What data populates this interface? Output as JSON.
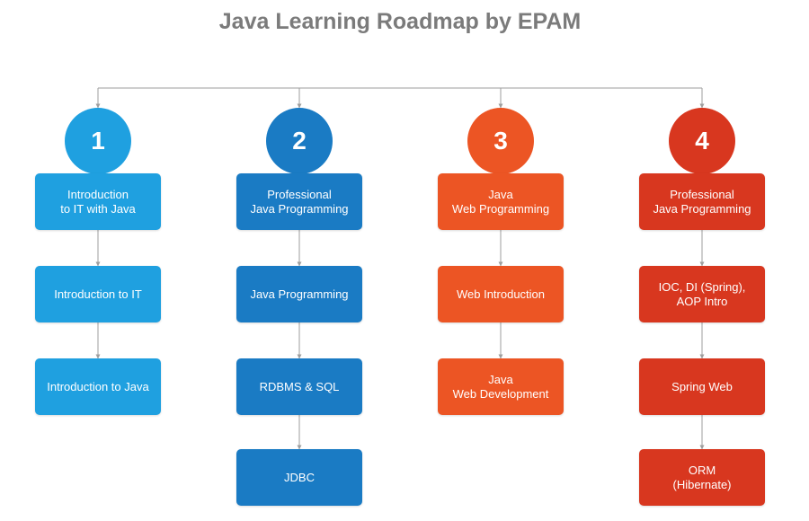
{
  "title": "Java Learning Roadmap by EPAM",
  "colors": {
    "connector": "#9e9e9e",
    "col1_light": "#1fa0e0",
    "col2_blue": "#1a7bc4",
    "col3_orange": "#ec5524",
    "col4_red": "#d8371f"
  },
  "tracks": [
    {
      "number": "1",
      "header": "Introduction\nto IT with Java",
      "steps": [
        "Introduction to IT",
        "Introduction to Java"
      ]
    },
    {
      "number": "2",
      "header": "Professional\nJava Programming",
      "steps": [
        "Java Programming",
        "RDBMS & SQL",
        "JDBC"
      ]
    },
    {
      "number": "3",
      "header": "Java\nWeb Programming",
      "steps": [
        "Web Introduction",
        "Java\nWeb Development"
      ]
    },
    {
      "number": "4",
      "header": "Professional\nJava Programming",
      "steps": [
        "IOC, DI (Spring),\nAOP Intro",
        "Spring Web",
        "ORM\n(Hibernate)"
      ]
    }
  ]
}
